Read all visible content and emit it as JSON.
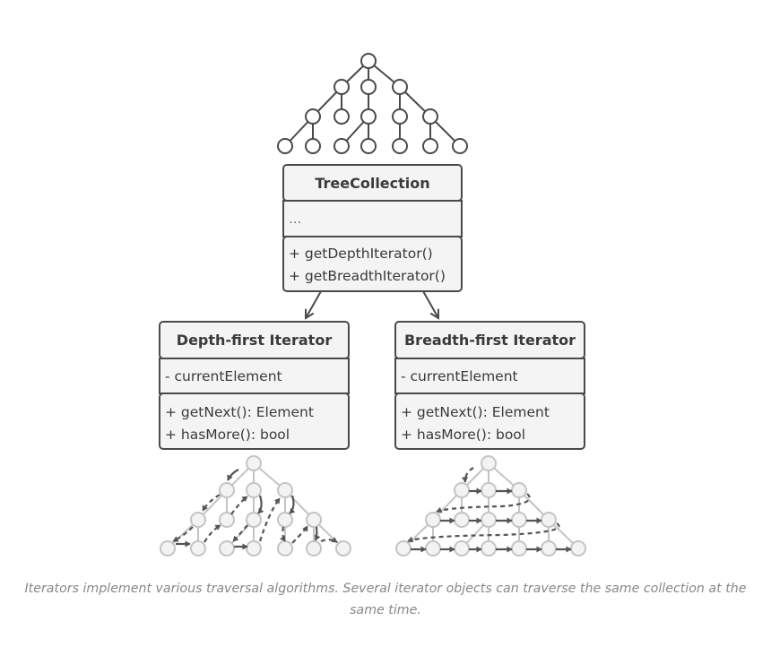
{
  "colors": {
    "stroke": "#4a4a4a",
    "box_fill": "#f4f4f4",
    "faded": "#c4c4c4",
    "faded_fill": "#f3f3f3",
    "arrow_dash": "#555555",
    "caption": "#888888"
  },
  "tree_collection": {
    "title": "TreeCollection",
    "fields": "...",
    "methods": [
      "+ getDepthIterator()",
      "+ getBreadthIterator()"
    ]
  },
  "depth_iterator": {
    "title": "Depth-first Iterator",
    "fields": "- currentElement",
    "methods": [
      "+ getNext(): Element",
      "+ hasMore(): bool"
    ]
  },
  "breadth_iterator": {
    "title": "Breadth-first Iterator",
    "fields": "- currentElement",
    "methods": [
      "+ getNext(): Element",
      "+ hasMore(): bool"
    ]
  },
  "caption": "Iterators implement various traversal algorithms. Several iterator objects can traverse the same collection at the same time."
}
